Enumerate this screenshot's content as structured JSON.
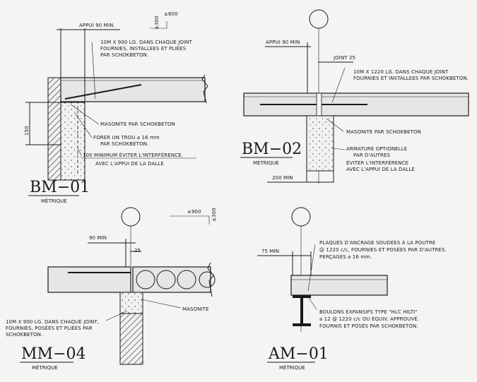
{
  "details": [
    {
      "id": "bm01",
      "title": "BM−01",
      "subtitle": "MÉTRIQUE",
      "notes": {
        "appui": "APPUI 90 MIN.",
        "joint_1": "10M X 900 LG. DANS CHAQUE JOINT",
        "joint_2": "FOURNIES, INSTALLEES ET PLIÉES",
        "joint_3": "PAR SCHOKBETON.",
        "masonite": "MASONITE PAR SCHOKBETON",
        "forer_1": "FORER UN TROU ⌀ 16 mm",
        "forer_2": "PAR SCHOKBETON.",
        "min_1": "100 MINIMUM ÉVITER L'INTERFÉRENCE.",
        "min_2": "AVEC L'APPUI DE LA DALLE",
        "dim_150": "150",
        "dim_600": "±600",
        "dim_300": "±300"
      }
    },
    {
      "id": "bm02",
      "title": "BM−02",
      "subtitle": "MÉTRIQUE",
      "notes": {
        "appui": "APPUI 90 MIN",
        "joint25": "JOINT 25",
        "joint_1": "10M X 1220 LG. DANS CHAQUE JOINT",
        "joint_2": "FOURNIES ET INSTALLEES PAR SCHOKBETON.",
        "masonite": "MASONITE PAR SCHOKBETON",
        "arm_1": "ARMATURE OPTIONELLE",
        "arm_2": "PAR D'AUTRES",
        "evit_1": "ÉVITER L'INTERFÉRENCE",
        "evit_2": "AVEC L'APPUI DE LA DALLE",
        "dim_200": "200 MIN"
      }
    },
    {
      "id": "mm04",
      "title": "MM−04",
      "subtitle": "MÉTRIQUE",
      "notes": {
        "dim_90": "90 MIN",
        "dim_25": "25",
        "dim_900": "±900",
        "dim_300": "±300",
        "masonite": "MASONITE",
        "joint_1": "10M X 900 LG. DANS CHAQUE JOINT,",
        "joint_2": "FOURNIES, POSÉES ET PLIÉES PAR",
        "joint_3": "SCHOKBETON."
      }
    },
    {
      "id": "am01",
      "title": "AM−01",
      "subtitle": "MÉTRIQUE",
      "notes": {
        "dim_75": "75 MIN",
        "plaq_1": "PLAQUES D'ANCRAGE SOUDÉES À LA POUTRE",
        "plaq_2": "@ 1220 c/c, FOURNIES ET POSÉES PAR D'AUTRES.",
        "plaq_3": "PERÇAGES ⌀ 16 mm.",
        "boul_1": "BOULONS EXPANSIFS TYPE \"HLC HILTI\"",
        "boul_2": "⌀ 12 @ 1220 c/c OU ÉQUIV. APPROUVÉ.",
        "boul_3": "FOURNIS ET POSÉS PAR SCHOKBETON."
      }
    }
  ]
}
